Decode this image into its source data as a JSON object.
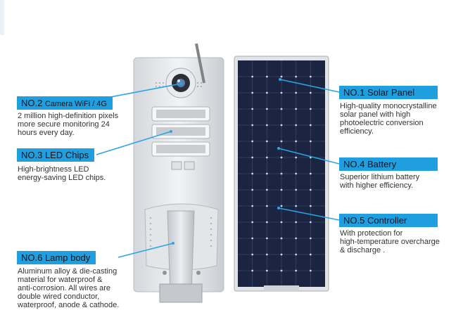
{
  "theme": {
    "accent": "#1f9fe0",
    "text": "#333333",
    "panel_cell": "#1b2440"
  },
  "callouts": {
    "camera": {
      "label": "NO.2 Camera WiFi / 4G",
      "title": "NO.2",
      "title_rest": "Camera WiFi / 4G",
      "desc": "2 million high-definition pixels\nmore secure monitoring 24\nhours every day."
    },
    "led": {
      "label": "NO.3 LED Chips",
      "desc": "High-brightness LED\nenergy-saving LED chips."
    },
    "lamp_body": {
      "label": "NO.6 Lamp body",
      "desc": "Aluminum alloy & die-casting\nmaterial for waterproof &\nanti-corrosion. All wires are\ndouble wired conductor,\nwaterproof, anode & cathode."
    },
    "solar": {
      "label": "NO.1 Solar Panel",
      "desc": "High-quality monocrystalline\nsolar panel with high\nphotoelectric conversion\nefficiency."
    },
    "battery": {
      "label": "NO.4 Battery",
      "desc": "Superior lithium battery\nwith higher efficiency."
    },
    "controller": {
      "label": "NO.5 Controller",
      "desc": "With protection for\nhigh-temperature overcharge\n& discharge ."
    }
  }
}
